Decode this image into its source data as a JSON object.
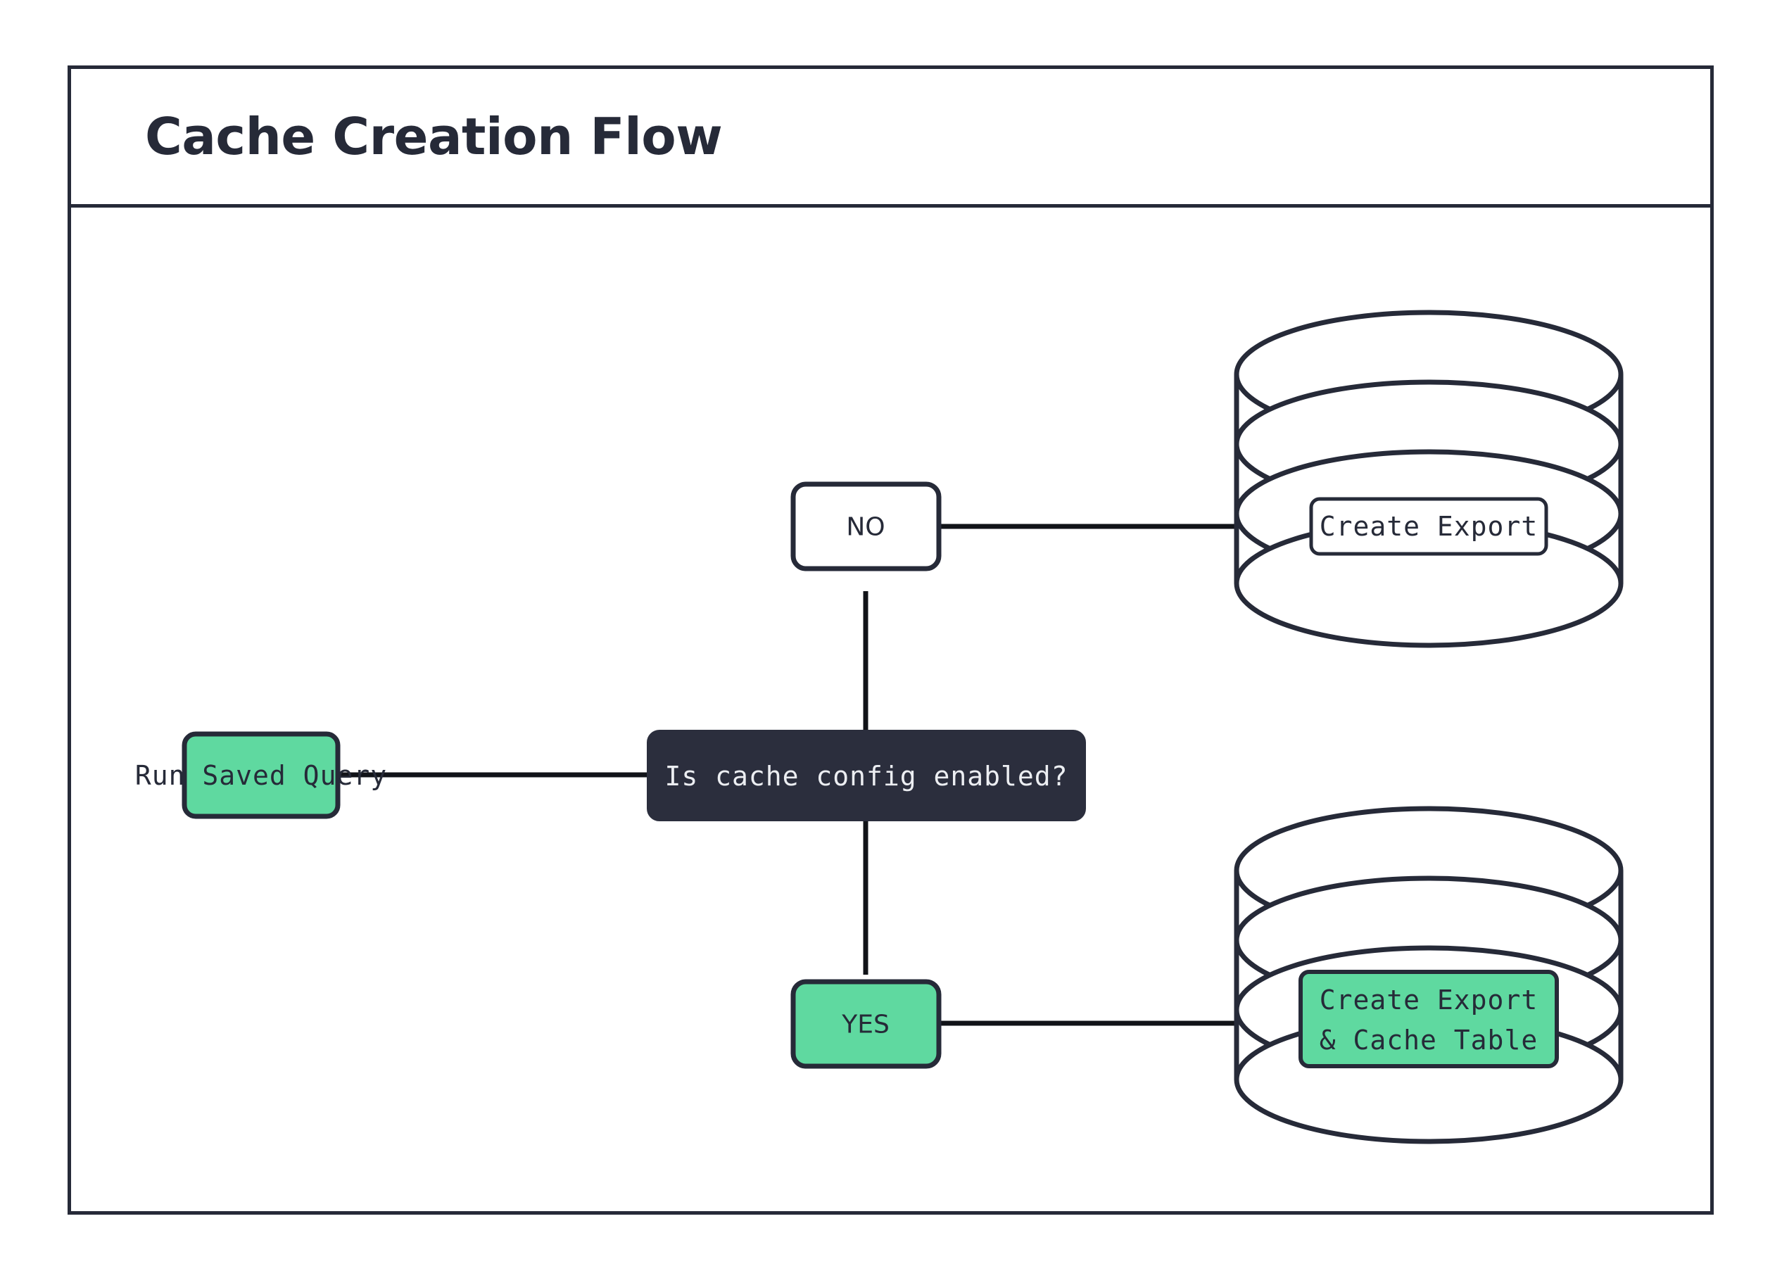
{
  "document": {
    "title": "Cache Creation Flow",
    "type": "flowchart"
  },
  "colors": {
    "ink": "#262a38",
    "dark_fill": "#2b2e3d",
    "dark_text": "#eceef2",
    "green_fill": "#5fd9a0",
    "white_fill": "#ffffff",
    "page_bg": "#ffffff"
  },
  "nodes": {
    "start": {
      "label": "Run Saved Query",
      "shape": "rounded-rect",
      "fill": "green"
    },
    "decision": {
      "label": "Is cache config enabled?",
      "shape": "rounded-rect",
      "fill": "dark"
    },
    "branch_no": {
      "label": "NO",
      "shape": "rounded-rect",
      "fill": "white"
    },
    "branch_yes": {
      "label": "YES",
      "shape": "rounded-rect",
      "fill": "green"
    },
    "db_top": {
      "label": "Create Export",
      "shape": "database-cylinder",
      "fill": "white"
    },
    "db_bottom": {
      "label_line1": "Create Export",
      "label_line2": "& Cache Table",
      "shape": "database-cylinder",
      "fill": "green"
    }
  },
  "edges": [
    {
      "from": "start",
      "to": "decision",
      "label": ""
    },
    {
      "from": "decision",
      "to": "branch_no",
      "label": ""
    },
    {
      "from": "decision",
      "to": "branch_yes",
      "label": ""
    },
    {
      "from": "branch_no",
      "to": "db_top",
      "label": ""
    },
    {
      "from": "branch_yes",
      "to": "db_bottom",
      "label": ""
    }
  ]
}
